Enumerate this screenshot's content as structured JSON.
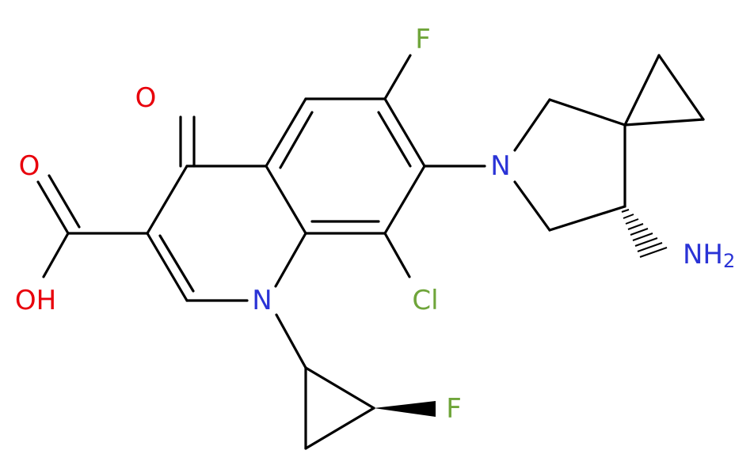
{
  "molecule": {
    "atoms": {
      "F_top": {
        "text": "F",
        "color": "#6fa53a"
      },
      "O_ketone": {
        "text": "O",
        "color": "#e8000b"
      },
      "O_acid": {
        "text": "O",
        "color": "#e8000b"
      },
      "OH": {
        "text": "OH",
        "color": "#e8000b"
      },
      "N1": {
        "text": "N",
        "color": "#2a33d6"
      },
      "N_pyrrolidine": {
        "text": "N",
        "color": "#2a33d6"
      },
      "Cl": {
        "text": "Cl",
        "color": "#6fa53a"
      },
      "F_cyclopropyl": {
        "text": "F",
        "color": "#6fa53a"
      },
      "NH2": {
        "text": "NH",
        "sub": "2",
        "color": "#2a33d6"
      }
    },
    "bond_color": "#000000"
  }
}
